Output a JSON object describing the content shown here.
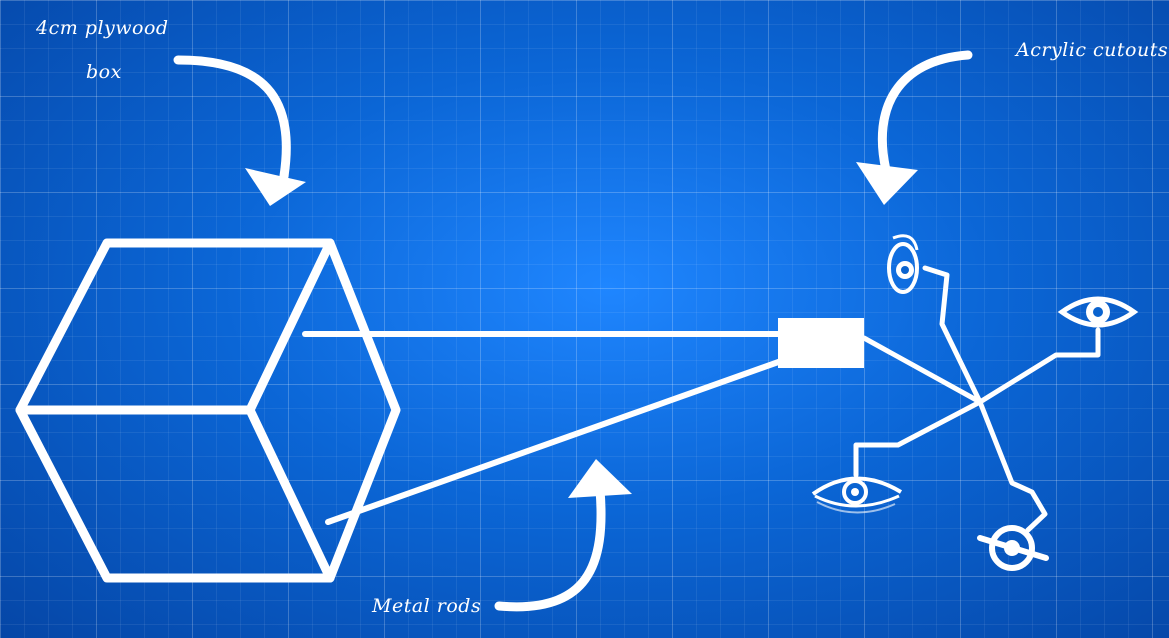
{
  "labels": {
    "plywood_box_line1": "4cm plywood",
    "plywood_box_line2": "box",
    "acrylic_cutouts": "Acrylic cutouts",
    "metal_rods": "Metal rods"
  },
  "colors": {
    "background": "#0a63cf",
    "background_glow": "#1f86ff",
    "grid": "rgba(255,255,255,0.16)",
    "ink": "#ffffff"
  },
  "icons": [
    "curved-arrow-icon",
    "eye-icon",
    "hexagon-cube-icon"
  ]
}
